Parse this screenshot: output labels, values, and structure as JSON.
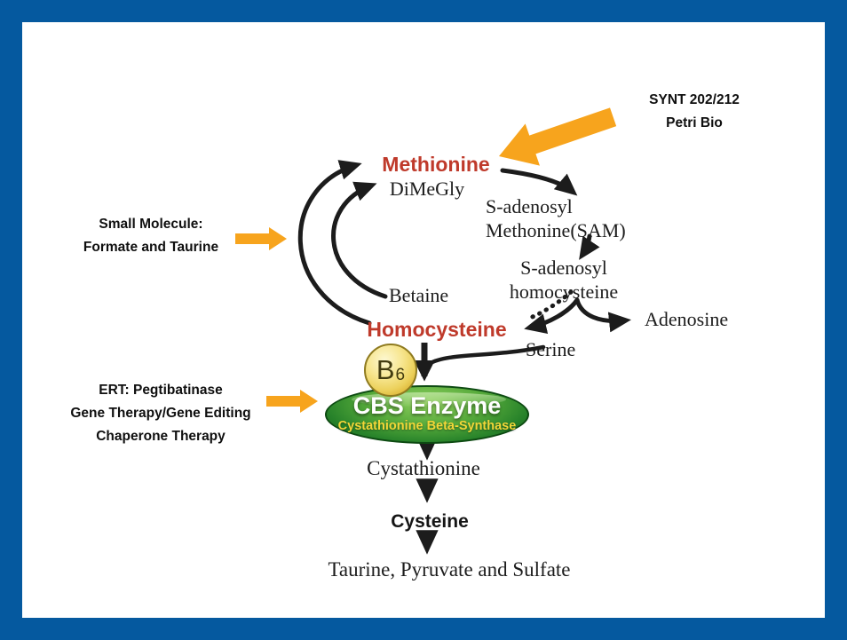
{
  "colors": {
    "frame_blue": "#05599f",
    "arrow_orange": "#f7a41d",
    "metabolite_red": "#bf3a2b",
    "diagram_black": "#1c1c1c",
    "enzyme_green": "#2e8b2e",
    "enzyme_subtitle_yellow": "#f2d638",
    "b6_yellow": "#f6e382"
  },
  "annotations": {
    "synt": {
      "line1": "SYNT 202/212",
      "line2": "Petri Bio"
    },
    "small_molecule": {
      "line1": "Small Molecule:",
      "line2": "Formate and Taurine"
    },
    "ert": {
      "line1": "ERT: Pegtibatinase",
      "line2": "Gene Therapy/Gene Editing",
      "line3": "Chaperone Therapy"
    }
  },
  "pathway": {
    "methionine": "Methionine",
    "dimegly": "DiMeGly",
    "sam": {
      "line1": "S-adenosyl",
      "line2": "Methonine(SAM)"
    },
    "sah": {
      "line1": "S-adenosyl",
      "line2": "homocysteine"
    },
    "adenosine": "Adenosine",
    "betaine": "Betaine",
    "homocysteine": "Homocysteine",
    "serine": "Serine",
    "b6": {
      "letter": "B",
      "subscript": "6"
    },
    "cbs": {
      "title": "CBS Enzyme",
      "subtitle": "Cystathionine Beta-Synthase"
    },
    "cystathionine": "Cystathionine",
    "cysteine": "Cysteine",
    "end_products": "Taurine, Pyruvate and Sulfate"
  }
}
